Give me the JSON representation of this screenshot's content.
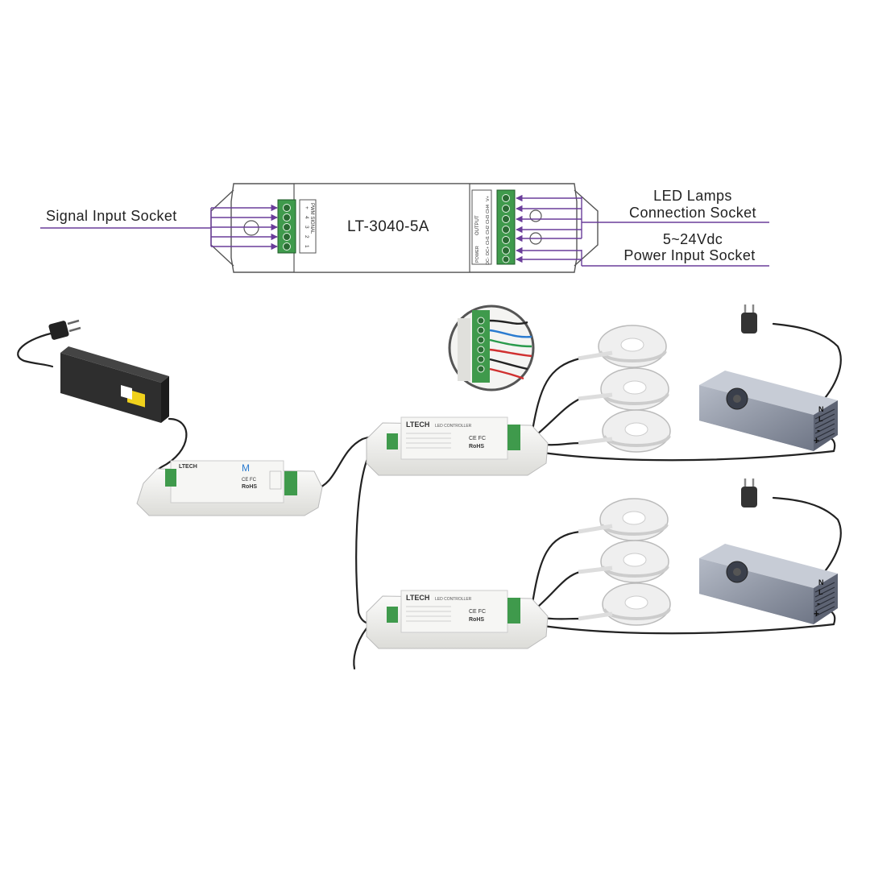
{
  "schematic": {
    "model_label": "LT-3040-5A",
    "signal_label": "Signal Input Socket",
    "led_label_line1": "LED Lamps",
    "led_label_line2": "Connection Socket",
    "power_label_line1": "5~24Vdc",
    "power_label_line2": "Power Input Socket",
    "terminal_left_header": "PWM SIGNAL",
    "terminal_left_pins": [
      "+",
      "4",
      "3",
      "2",
      "1"
    ],
    "terminal_right_output": "OUTPUT",
    "terminal_right_power": "POWER",
    "terminal_right_pins": [
      "V+",
      "CH4",
      "CH3",
      "CH2",
      "CH1",
      "DC+",
      "DC-"
    ]
  },
  "devices": {
    "controller_brand": "LTECH",
    "controller_caption": "LED CONTROLLER",
    "master_mark": "M",
    "rohs_mark": "RoHS",
    "ce_mark": "CE FC",
    "psu_terminal_n": "N",
    "psu_terminal_l": "L",
    "psu_terminal_minus": "-",
    "psu_terminal_plus": "+"
  },
  "colors": {
    "arrow": "#6a3d9a",
    "terminal_green": "#3f9a4c",
    "device_body": "#f0f0ee",
    "psu_body": "#8f96a6",
    "adapter_body": "#2e2e2e",
    "cable": "#222222"
  }
}
